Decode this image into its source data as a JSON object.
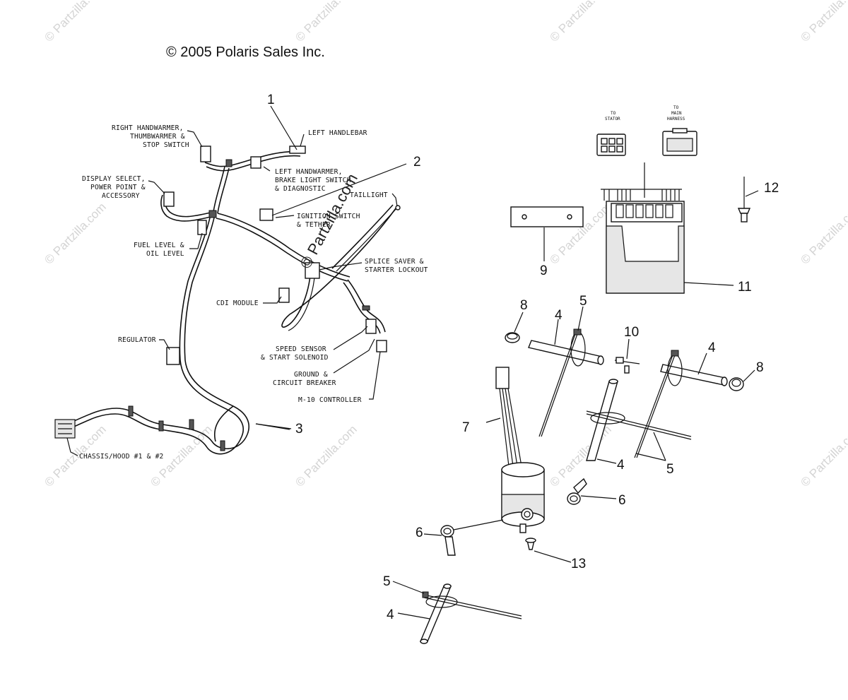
{
  "copyright": "© 2005 Polaris Sales Inc.",
  "watermark": "© Partzilla.com",
  "harness_labels": {
    "left_handlebar": "LEFT HANDLEBAR",
    "right_handwarmer_1": "RIGHT HANDWARMER,",
    "right_handwarmer_2": "THUMBWARMER &",
    "right_handwarmer_3": "STOP SWITCH",
    "left_handwarmer_1": "LEFT HANDWARMER,",
    "left_handwarmer_2": "BRAKE LIGHT SWITCH",
    "left_handwarmer_3": "& DIAGNOSTIC",
    "display_select_1": "DISPLAY SELECT,",
    "display_select_2": "POWER POINT &",
    "display_select_3": "ACCESSORY",
    "taillight": "TAILLIGHT",
    "ignition_1": "IGNITION SWITCH",
    "ignition_2": "& TETHER",
    "fuel_level_1": "FUEL LEVEL &",
    "fuel_level_2": "OIL LEVEL",
    "splice_saver_1": "SPLICE SAVER &",
    "splice_saver_2": "STARTER LOCKOUT",
    "cdi_module": "CDI MODULE",
    "regulator": "REGULATOR",
    "speed_sensor_1": "SPEED SENSOR",
    "speed_sensor_2": "& START SOLENOID",
    "ground_1": "GROUND &",
    "ground_2": "CIRCUIT BREAKER",
    "m10_controller": "M-10 CONTROLLER",
    "chassis_hood": "CHASSIS/HOOD #1 & #2"
  },
  "connector_labels": {
    "to_stator_1": "TO",
    "to_stator_2": "STATOR",
    "to_main_1": "TO",
    "to_main_2": "MAIN",
    "to_main_3": "HARNESS"
  },
  "callouts": {
    "c1": "1",
    "c2": "2",
    "c3": "3",
    "c4a": "4",
    "c4b": "4",
    "c4c": "4",
    "c4d": "4",
    "c5a": "5",
    "c5b": "5",
    "c5c": "5",
    "c6a": "6",
    "c6b": "6",
    "c7": "7",
    "c8a": "8",
    "c8b": "8",
    "c9": "9",
    "c10": "10",
    "c11": "11",
    "c12": "12",
    "c13": "13"
  }
}
